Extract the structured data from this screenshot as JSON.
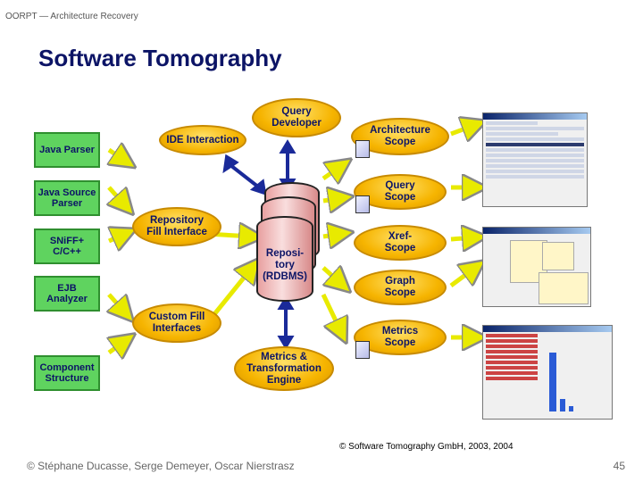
{
  "header": "OORPT — Architecture Recovery",
  "title": "Software Tomography",
  "parsers": [
    "Java Parser",
    "Java Source Parser",
    "SNiFF+ C/C++",
    "EJB Analyzer",
    "Component Structure"
  ],
  "fill": {
    "ide": "IDE Interaction",
    "query_dev": "Query Developer",
    "repo_fill": "Repository Fill Interface",
    "custom_fill": "Custom Fill Interfaces",
    "metrics_engine": "Metrics & Transformation Engine"
  },
  "repository": "Reposi- tory (RDBMS)",
  "scopes": [
    "Architecture Scope",
    "Query Scope",
    "Xref- Scope",
    "Graph Scope",
    "Metrics Scope"
  ],
  "credit": "© Software Tomography GmbH, 2003, 2004",
  "footer_left": "© Stéphane Ducasse, Serge Demeyer, Oscar Nierstrasz",
  "page_number": "45",
  "colors": {
    "title": "#0c1466",
    "parser_box": "#5fd35f",
    "oval": "#f6b400",
    "repository": "#e8a0a0",
    "arrow": "#eef000",
    "double_arrow": "#1a2a99"
  }
}
